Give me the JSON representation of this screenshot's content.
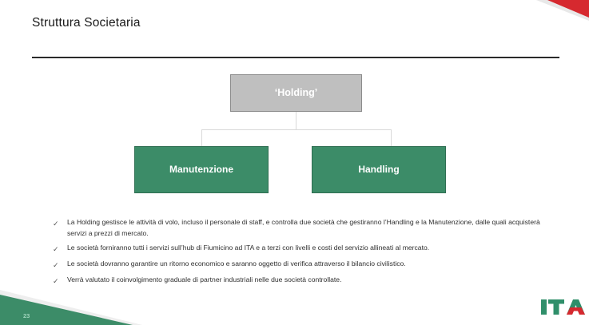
{
  "slide": {
    "title": "Struttura Societaria",
    "page_number": "23",
    "logo_text": "ITA"
  },
  "org_chart": {
    "nodes": [
      {
        "id": "holding",
        "label": "‘Holding’",
        "color": "#bfbfbf"
      },
      {
        "id": "manutenzione",
        "label": "Manutenzione",
        "color": "#3c8c68"
      },
      {
        "id": "handling",
        "label": "Handling",
        "color": "#3c8c68"
      }
    ],
    "connector_color": "#d9d9d9"
  },
  "bullets": {
    "marker": "✓",
    "items": [
      "La Holding gestisce le attività di volo, incluso il personale di staff, e controlla due società che gestiranno l’Handling e la Manutenzione, dalle quali acquisterà servizi a prezzi di mercato.",
      "Le società forniranno tutti i servizi sull’hub di Fiumicino ad ITA e a terzi con livelli e costi del servizio allineati al mercato.",
      "Le società dovranno garantire un ritorno economico e saranno oggetto di verifica attraverso il bilancio civilistico.",
      "Verrà valutato il coinvolgimento graduale di partner industriali nelle due società controllate."
    ]
  },
  "theme": {
    "title_rule_color": "#2b2b2b",
    "accent_red": "#d6292f",
    "accent_green": "#3c8c68",
    "page_number_color": "#9fd4bb"
  }
}
